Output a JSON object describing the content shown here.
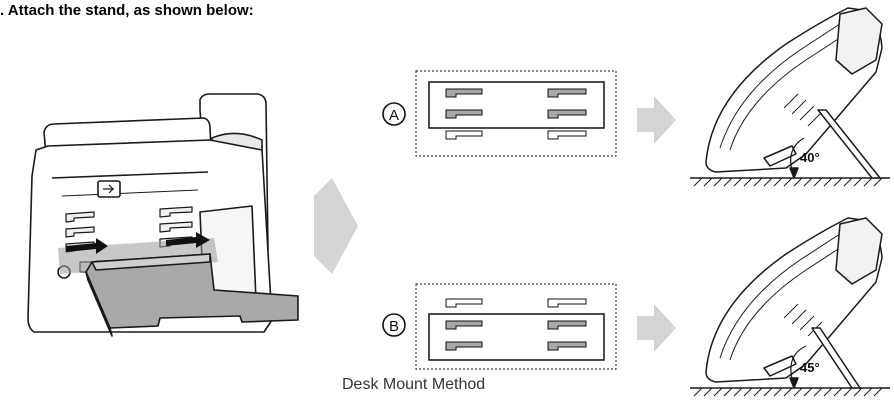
{
  "title": ". Attach the stand, as shown below:",
  "caption": "Desk Mount Method",
  "options": [
    {
      "marker": "A",
      "angle_label": "40°",
      "highlight_rows": [
        1,
        2
      ]
    },
    {
      "marker": "B",
      "angle_label": "45°",
      "highlight_rows": [
        2,
        3
      ]
    }
  ],
  "colors": {
    "arrow": "#d4d4d4",
    "slot_filled": "#a7a7a7",
    "line": "#1a1a1a",
    "highlight_band": "#9a9a9a"
  }
}
